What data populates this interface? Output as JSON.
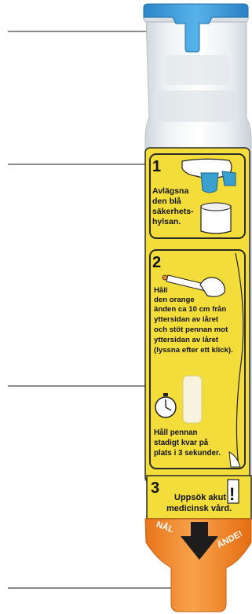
{
  "step1": {
    "number": "1",
    "lines": [
      "Avlägsna",
      "den blå",
      "säkerhets-",
      "hylsan."
    ]
  },
  "step2": {
    "number": "2",
    "lines": [
      "Håll",
      "den orange",
      "änden ca 10 cm från",
      "yttersidan av låret",
      "och stöt pennan mot",
      "yttersidan av låret",
      "(lyssna efter ett klick)."
    ],
    "hold_lines": [
      "Håll pennan",
      "stadigt kvar på",
      "plats i 3 sekunder."
    ]
  },
  "step3": {
    "number": "3",
    "lines": [
      "Uppsök akut",
      "medicinsk vård."
    ],
    "exclaim": "!"
  },
  "tip_labels": {
    "left": "NÅL",
    "right": "ÄNDE!"
  },
  "colors": {
    "cap_blue": "#3a9ad9",
    "label_yellow": "#f3dd3a",
    "tip_orange": "#f08a2a",
    "body_translucent": "#e7edf0"
  }
}
